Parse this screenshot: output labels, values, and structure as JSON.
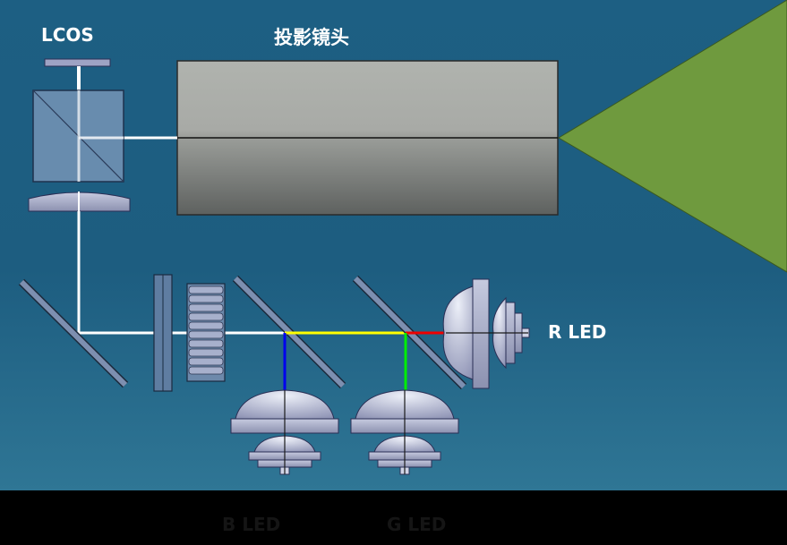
{
  "labels": {
    "lcos": "LCOS",
    "projection_lens": "投影镜头",
    "r_led": "R LED",
    "b_led": "B LED",
    "g_led": "G LED"
  },
  "colors": {
    "background": "#1d5f83",
    "white_beam": "#ffffff",
    "yellow_beam": "#ffff00",
    "blue_beam": "#0000ee",
    "green_beam": "#00ee00",
    "red_beam": "#ee0000",
    "projection_cone": "#6f9a3e",
    "lens_barrel": "#a5a9a3"
  }
}
